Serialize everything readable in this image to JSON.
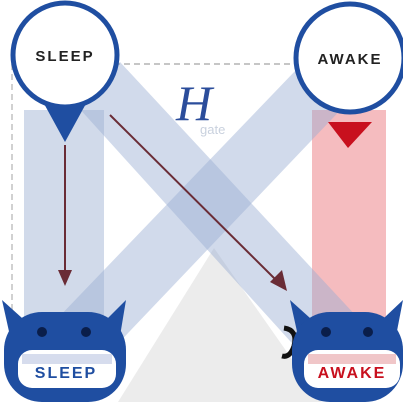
{
  "diagram": {
    "title_symbol": "H",
    "title_subscript": "gate",
    "nodes": {
      "top_left_label": "SLEEP",
      "top_right_label": "AWAKE",
      "bottom_left_label": "SLEEP",
      "bottom_right_label": "AWAKE"
    },
    "colors": {
      "node_blue": "#1f4ea1",
      "awake_red": "#c8101e",
      "band_blue": "#c9d3e6",
      "band_red": "#f4b5b8",
      "arrow": "#6a2c36",
      "floor": "#ededed"
    }
  }
}
